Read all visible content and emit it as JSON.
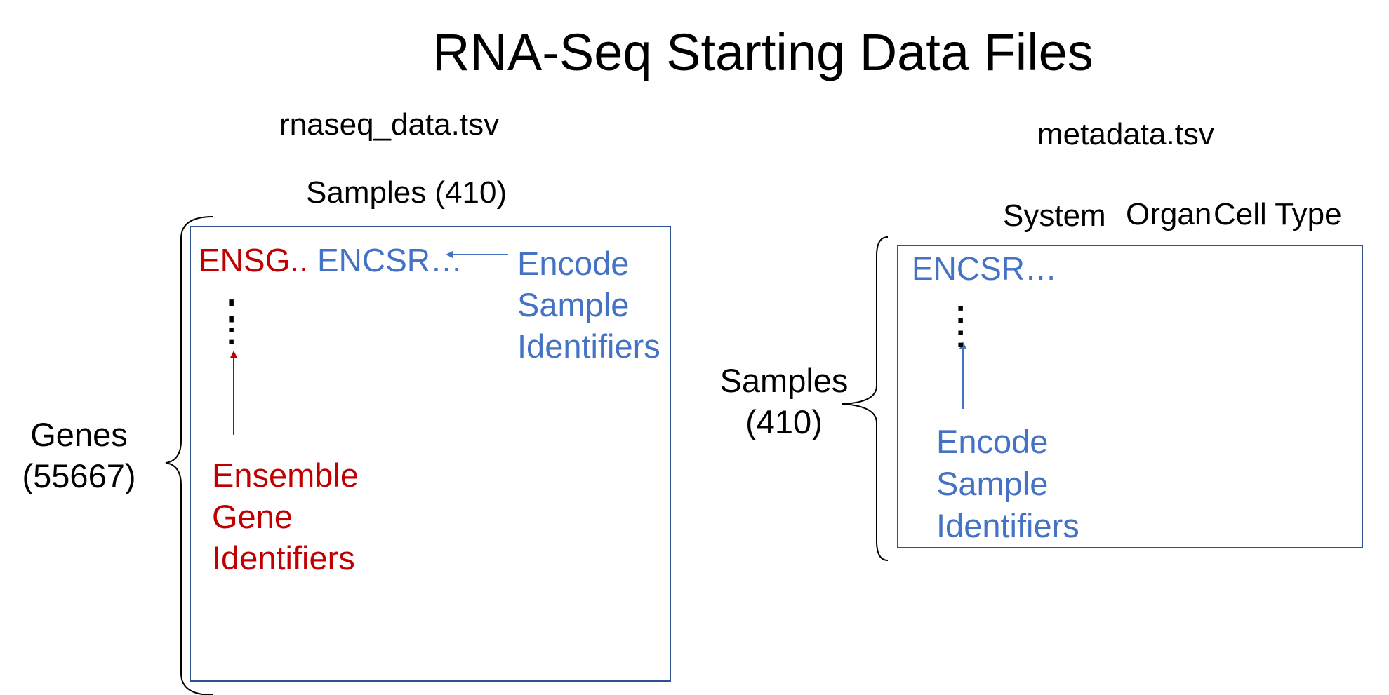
{
  "title": "RNA-Seq Starting Data Files",
  "left": {
    "file_name": "rnaseq_data.tsv",
    "columns_label": "Samples (410)",
    "rows_label": "Genes\n(55667)",
    "row_id_prefix": "ENSG..",
    "col_id_prefix": "ENCSR…",
    "row_id_desc": "Ensemble\nGene\nIdentifiers",
    "col_id_desc": "Encode\nSample\nIdentifiers",
    "ellipsis": ":"
  },
  "right": {
    "file_name": "metadata.tsv",
    "columns": [
      "System",
      "Organ",
      "Cell Type"
    ],
    "rows_label": "Samples\n(410)",
    "row_id_prefix": "ENCSR…",
    "row_id_desc": "Encode\nSample\nIdentifiers",
    "ellipsis": ":"
  },
  "colors": {
    "ensembl": "#C00000",
    "encode": "#4472C4",
    "box": "#2F528F",
    "text": "#000000"
  }
}
